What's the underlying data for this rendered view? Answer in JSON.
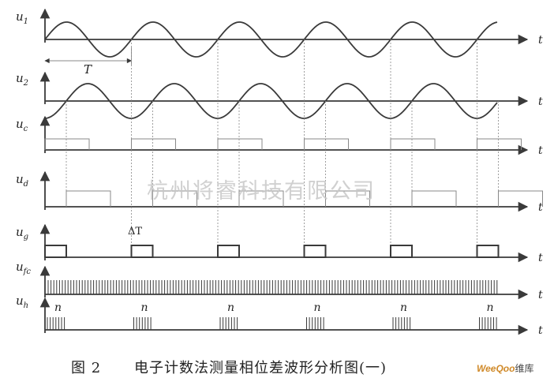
{
  "signals": [
    {
      "key": "u1",
      "label": "u",
      "sub": "1",
      "axis": "t"
    },
    {
      "key": "u2",
      "label": "u",
      "sub": "2",
      "axis": "t"
    },
    {
      "key": "uc",
      "label": "u",
      "sub": "c",
      "axis": "t"
    },
    {
      "key": "ud",
      "label": "u",
      "sub": "d",
      "axis": "t"
    },
    {
      "key": "ug",
      "label": "u",
      "sub": "g",
      "axis": "t"
    },
    {
      "key": "ufc",
      "label": "u",
      "sub": "fc",
      "axis": "t"
    },
    {
      "key": "uh",
      "label": "u",
      "sub": "h",
      "axis": "t"
    }
  ],
  "annotations": {
    "period": "T",
    "delta": "ΔT",
    "count": "n"
  },
  "caption": {
    "label": "图 2",
    "text": "电子计数法测量相位差波形分析图(一)"
  },
  "watermark": "杭州将睿科技有限公司",
  "brand": {
    "part1": "WeeQoo",
    "part2": "维库"
  },
  "colors": {
    "ink": "#3a3a3a",
    "dash": "#888888",
    "watermark": "#c8c8c8",
    "brand": "#d08a2a"
  }
}
